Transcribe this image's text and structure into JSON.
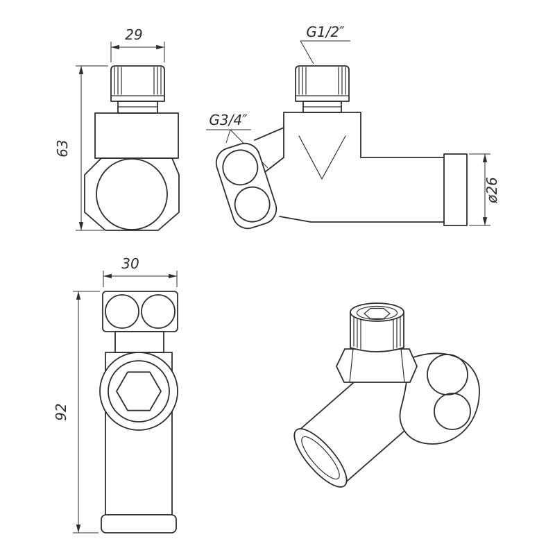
{
  "views": {
    "front_top": {
      "width_label": "29",
      "height_label": "63"
    },
    "side_top": {
      "top_thread_label": "G1/2″",
      "side_thread_label": "G3/4″",
      "diameter_label": "ø26"
    },
    "front_bottom": {
      "width_label": "30",
      "height_label": "92"
    }
  },
  "colors": {
    "line": "#2d2d2d",
    "background": "#ffffff"
  }
}
